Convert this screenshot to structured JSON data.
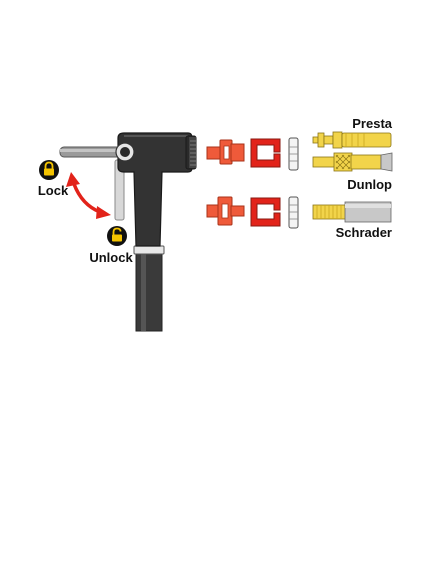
{
  "labels": {
    "lock": "Lock",
    "unlock": "Unlock",
    "presta": "Presta",
    "dunlop": "Dunlop",
    "schrader": "Schrader"
  },
  "icons": {
    "lock": "closed-padlock-icon",
    "unlock": "open-padlock-icon",
    "arrow": "double-headed-curved-arrow"
  },
  "colors": {
    "background": "#ffffff",
    "pump_body": "#333333",
    "lever": "#9a9a9a",
    "arrow": "#e2231a",
    "adapter_orange": "#ef5a3a",
    "clip_red": "#e2231a",
    "valve_brass": "#f2d44a",
    "valve_steel": "#c8c8c8",
    "icon_badge": "#111111",
    "icon_glyph": "#f5c400"
  }
}
